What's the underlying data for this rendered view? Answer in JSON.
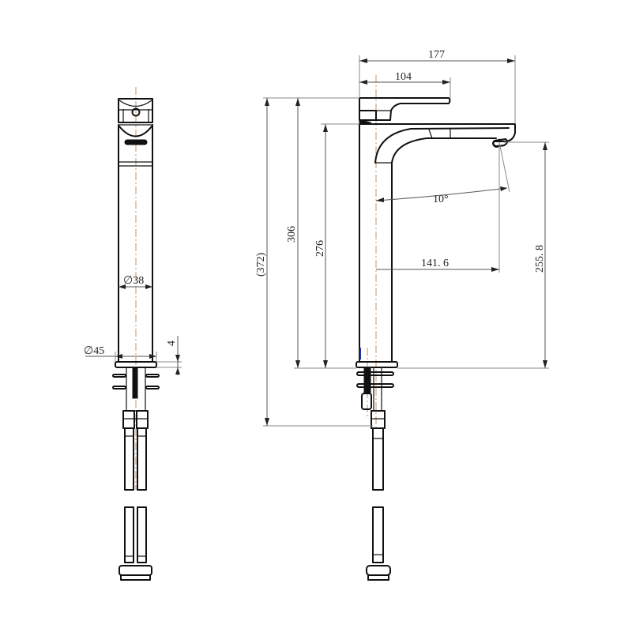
{
  "drawing": {
    "title": "Tall basin mixer faucet - technical drawing",
    "colors": {
      "outline": "#111111",
      "dimension_line": "#555555",
      "centerline": "#c8926a",
      "background": "#ffffff"
    },
    "front_view": {
      "body_diameter_label": "∅38",
      "base_diameter_label": "∅45",
      "base_thickness_label": "4"
    },
    "side_view": {
      "overall_reach_label": "177",
      "handle_reach_label": "104",
      "spout_angle_label": "10°",
      "spout_reach_label": "141. 6",
      "total_length_label": "(372)",
      "body_height_label": "306",
      "spout_top_height_label": "276",
      "outlet_height_label": "255. 8"
    }
  }
}
